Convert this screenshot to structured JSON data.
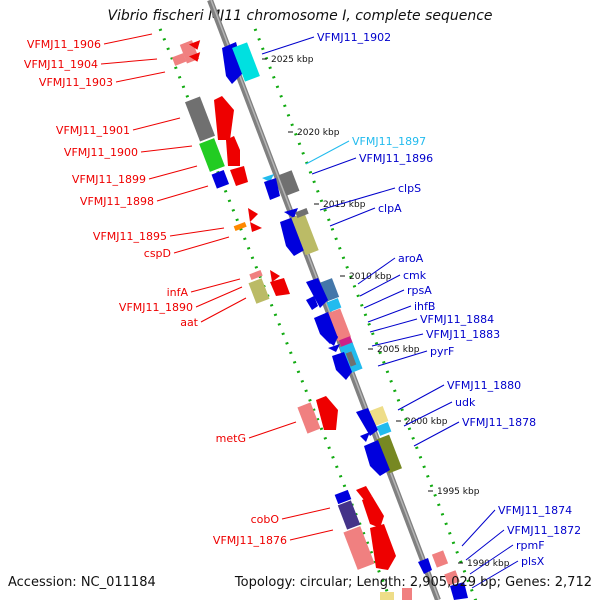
{
  "title": "Vibrio fischeri MJ11 chromosome I, complete sequence",
  "footer": {
    "accession": "Accession: NC_011184",
    "summary": "Topology: circular; Length: 2,905,029 bp; Genes: 2,712"
  },
  "colors": {
    "red": "#ee0000",
    "blue": "#0000cc",
    "cyan": "#22bbee",
    "gray_line": "#888888",
    "dot_green": "#11aa11"
  },
  "scale_labels": [
    "2025 kbp",
    "2020 kbp",
    "2015 kbp",
    "2010 kbp",
    "2005 kbp",
    "2000 kbp",
    "1995 kbp",
    "1990 kbp"
  ],
  "left_labels": [
    {
      "text": "VFMJ11_1906",
      "color": "#ee0000"
    },
    {
      "text": "VFMJ11_1904",
      "color": "#ee0000"
    },
    {
      "text": "VFMJ11_1903",
      "color": "#ee0000"
    },
    {
      "text": "VFMJ11_1901",
      "color": "#ee0000"
    },
    {
      "text": "VFMJ11_1900",
      "color": "#ee0000"
    },
    {
      "text": "VFMJ11_1899",
      "color": "#ee0000"
    },
    {
      "text": "VFMJ11_1898",
      "color": "#ee0000"
    },
    {
      "text": "VFMJ11_1895",
      "color": "#ee0000"
    },
    {
      "text": "cspD",
      "color": "#ee0000"
    },
    {
      "text": "infA",
      "color": "#ee0000"
    },
    {
      "text": "VFMJ11_1890",
      "color": "#ee0000"
    },
    {
      "text": "aat",
      "color": "#ee0000"
    },
    {
      "text": "metG",
      "color": "#ee0000"
    },
    {
      "text": "cobO",
      "color": "#ee0000"
    },
    {
      "text": "VFMJ11_1876",
      "color": "#ee0000"
    }
  ],
  "right_labels": [
    {
      "text": "VFMJ11_1902",
      "color": "#0000cc"
    },
    {
      "text": "VFMJ11_1897",
      "color": "#22bbee"
    },
    {
      "text": "VFMJ11_1896",
      "color": "#0000cc"
    },
    {
      "text": "clpS",
      "color": "#0000cc"
    },
    {
      "text": "clpA",
      "color": "#0000cc"
    },
    {
      "text": "aroA",
      "color": "#0000cc"
    },
    {
      "text": "cmk",
      "color": "#0000cc"
    },
    {
      "text": "rpsA",
      "color": "#0000cc"
    },
    {
      "text": "ihfB",
      "color": "#0000cc"
    },
    {
      "text": "VFMJ11_1884",
      "color": "#0000cc"
    },
    {
      "text": "VFMJ11_1883",
      "color": "#0000cc"
    },
    {
      "text": "pyrF",
      "color": "#0000cc"
    },
    {
      "text": "VFMJ11_1880",
      "color": "#0000cc"
    },
    {
      "text": "udk",
      "color": "#0000cc"
    },
    {
      "text": "VFMJ11_1878",
      "color": "#0000cc"
    },
    {
      "text": "VFMJ11_1874",
      "color": "#0000cc"
    },
    {
      "text": "VFMJ11_1872",
      "color": "#0000cc"
    },
    {
      "text": "rpmF",
      "color": "#0000cc"
    },
    {
      "text": "plsX",
      "color": "#0000cc"
    }
  ]
}
